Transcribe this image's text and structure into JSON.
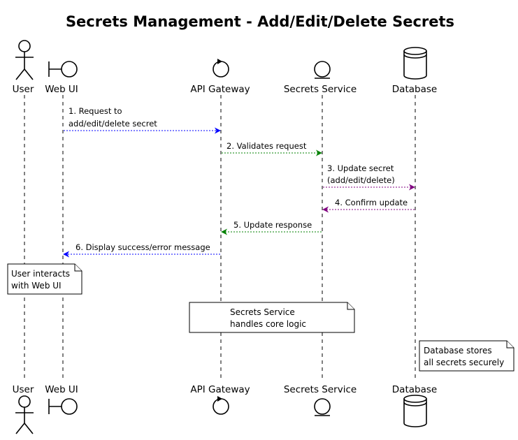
{
  "title": "Secrets Management - Add/Edit/Delete Secrets",
  "participants": [
    {
      "id": "user",
      "label": "User",
      "kind": "actor"
    },
    {
      "id": "webui",
      "label": "Web UI",
      "kind": "boundary"
    },
    {
      "id": "gateway",
      "label": "API Gateway",
      "kind": "control"
    },
    {
      "id": "service",
      "label": "Secrets Service",
      "kind": "entity"
    },
    {
      "id": "db",
      "label": "Database",
      "kind": "database"
    }
  ],
  "messages": [
    {
      "lines": [
        "1. Request to",
        "add/edit/delete secret"
      ],
      "from": "webui",
      "to": "gateway",
      "color": "#0000ff"
    },
    {
      "lines": [
        "2. Validates request"
      ],
      "from": "gateway",
      "to": "service",
      "color": "#008000"
    },
    {
      "lines": [
        "3. Update secret",
        "(add/edit/delete)"
      ],
      "from": "service",
      "to": "db",
      "color": "#800080"
    },
    {
      "lines": [
        "4. Confirm update"
      ],
      "from": "db",
      "to": "service",
      "color": "#800080"
    },
    {
      "lines": [
        "5. Update response"
      ],
      "from": "service",
      "to": "gateway",
      "color": "#008000"
    },
    {
      "lines": [
        "6. Display success/error message"
      ],
      "from": "gateway",
      "to": "webui",
      "color": "#0000ff"
    }
  ],
  "notes": [
    {
      "lines": [
        "User interacts",
        "with Web UI"
      ],
      "over": "user"
    },
    {
      "lines": [
        "Secrets Service",
        "handles core logic"
      ],
      "over": "gateway-service"
    },
    {
      "lines": [
        "Database stores",
        "all secrets securely"
      ],
      "over": "db"
    }
  ]
}
